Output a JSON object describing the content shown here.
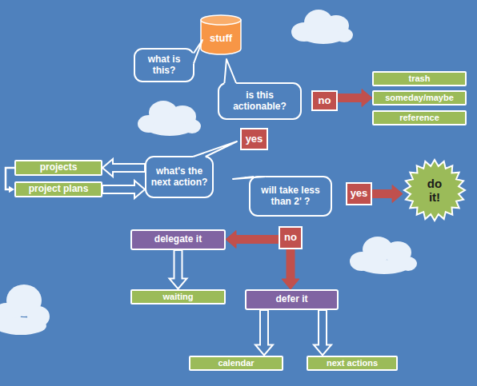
{
  "diagram": {
    "nodes": [
      {
        "text": [
          "stuff"
        ]
      },
      {
        "text": [
          "what is this?"
        ]
      },
      {
        "text": [
          "is this actionable?"
        ]
      },
      {
        "text": [
          "no"
        ]
      },
      {
        "text": [
          "trash"
        ]
      },
      {
        "text": [
          "someday/maybe"
        ]
      },
      {
        "text": [
          "reference"
        ]
      },
      {
        "text": [
          "yes"
        ]
      },
      {
        "text": [
          "projects"
        ]
      },
      {
        "text": [
          "project plans"
        ]
      },
      {
        "text": [
          "what's the next action?"
        ]
      },
      {
        "text": [
          "will take less than 2' ?"
        ]
      },
      {
        "text": [
          "yes"
        ]
      },
      {
        "text": [
          "do it!"
        ]
      },
      {
        "text": [
          "delegate it"
        ]
      },
      {
        "text": [
          "no"
        ]
      },
      {
        "text": [
          "waiting"
        ]
      },
      {
        "text": [
          "defer it"
        ]
      },
      {
        "text": [
          "calendar"
        ]
      },
      {
        "text": [
          "next actions"
        ]
      }
    ],
    "edges": [
      {
        "from": 3,
        "to": 5,
        "arrow": "to"
      },
      {
        "from": 10,
        "to": 8,
        "arrow": "to"
      },
      {
        "from": 9,
        "to": 10,
        "arrow": "to"
      },
      {
        "from": 8,
        "to": 9,
        "arrow": "to"
      },
      {
        "from": 12,
        "to": 13,
        "arrow": "to"
      },
      {
        "from": 15,
        "to": 14,
        "arrow": "to"
      },
      {
        "from": 15,
        "to": 17,
        "arrow": "to"
      },
      {
        "from": 14,
        "to": 16,
        "arrow": "to"
      },
      {
        "from": 17,
        "to": 18,
        "arrow": "to"
      },
      {
        "from": 17,
        "to": 19,
        "arrow": "to"
      }
    ]
  }
}
